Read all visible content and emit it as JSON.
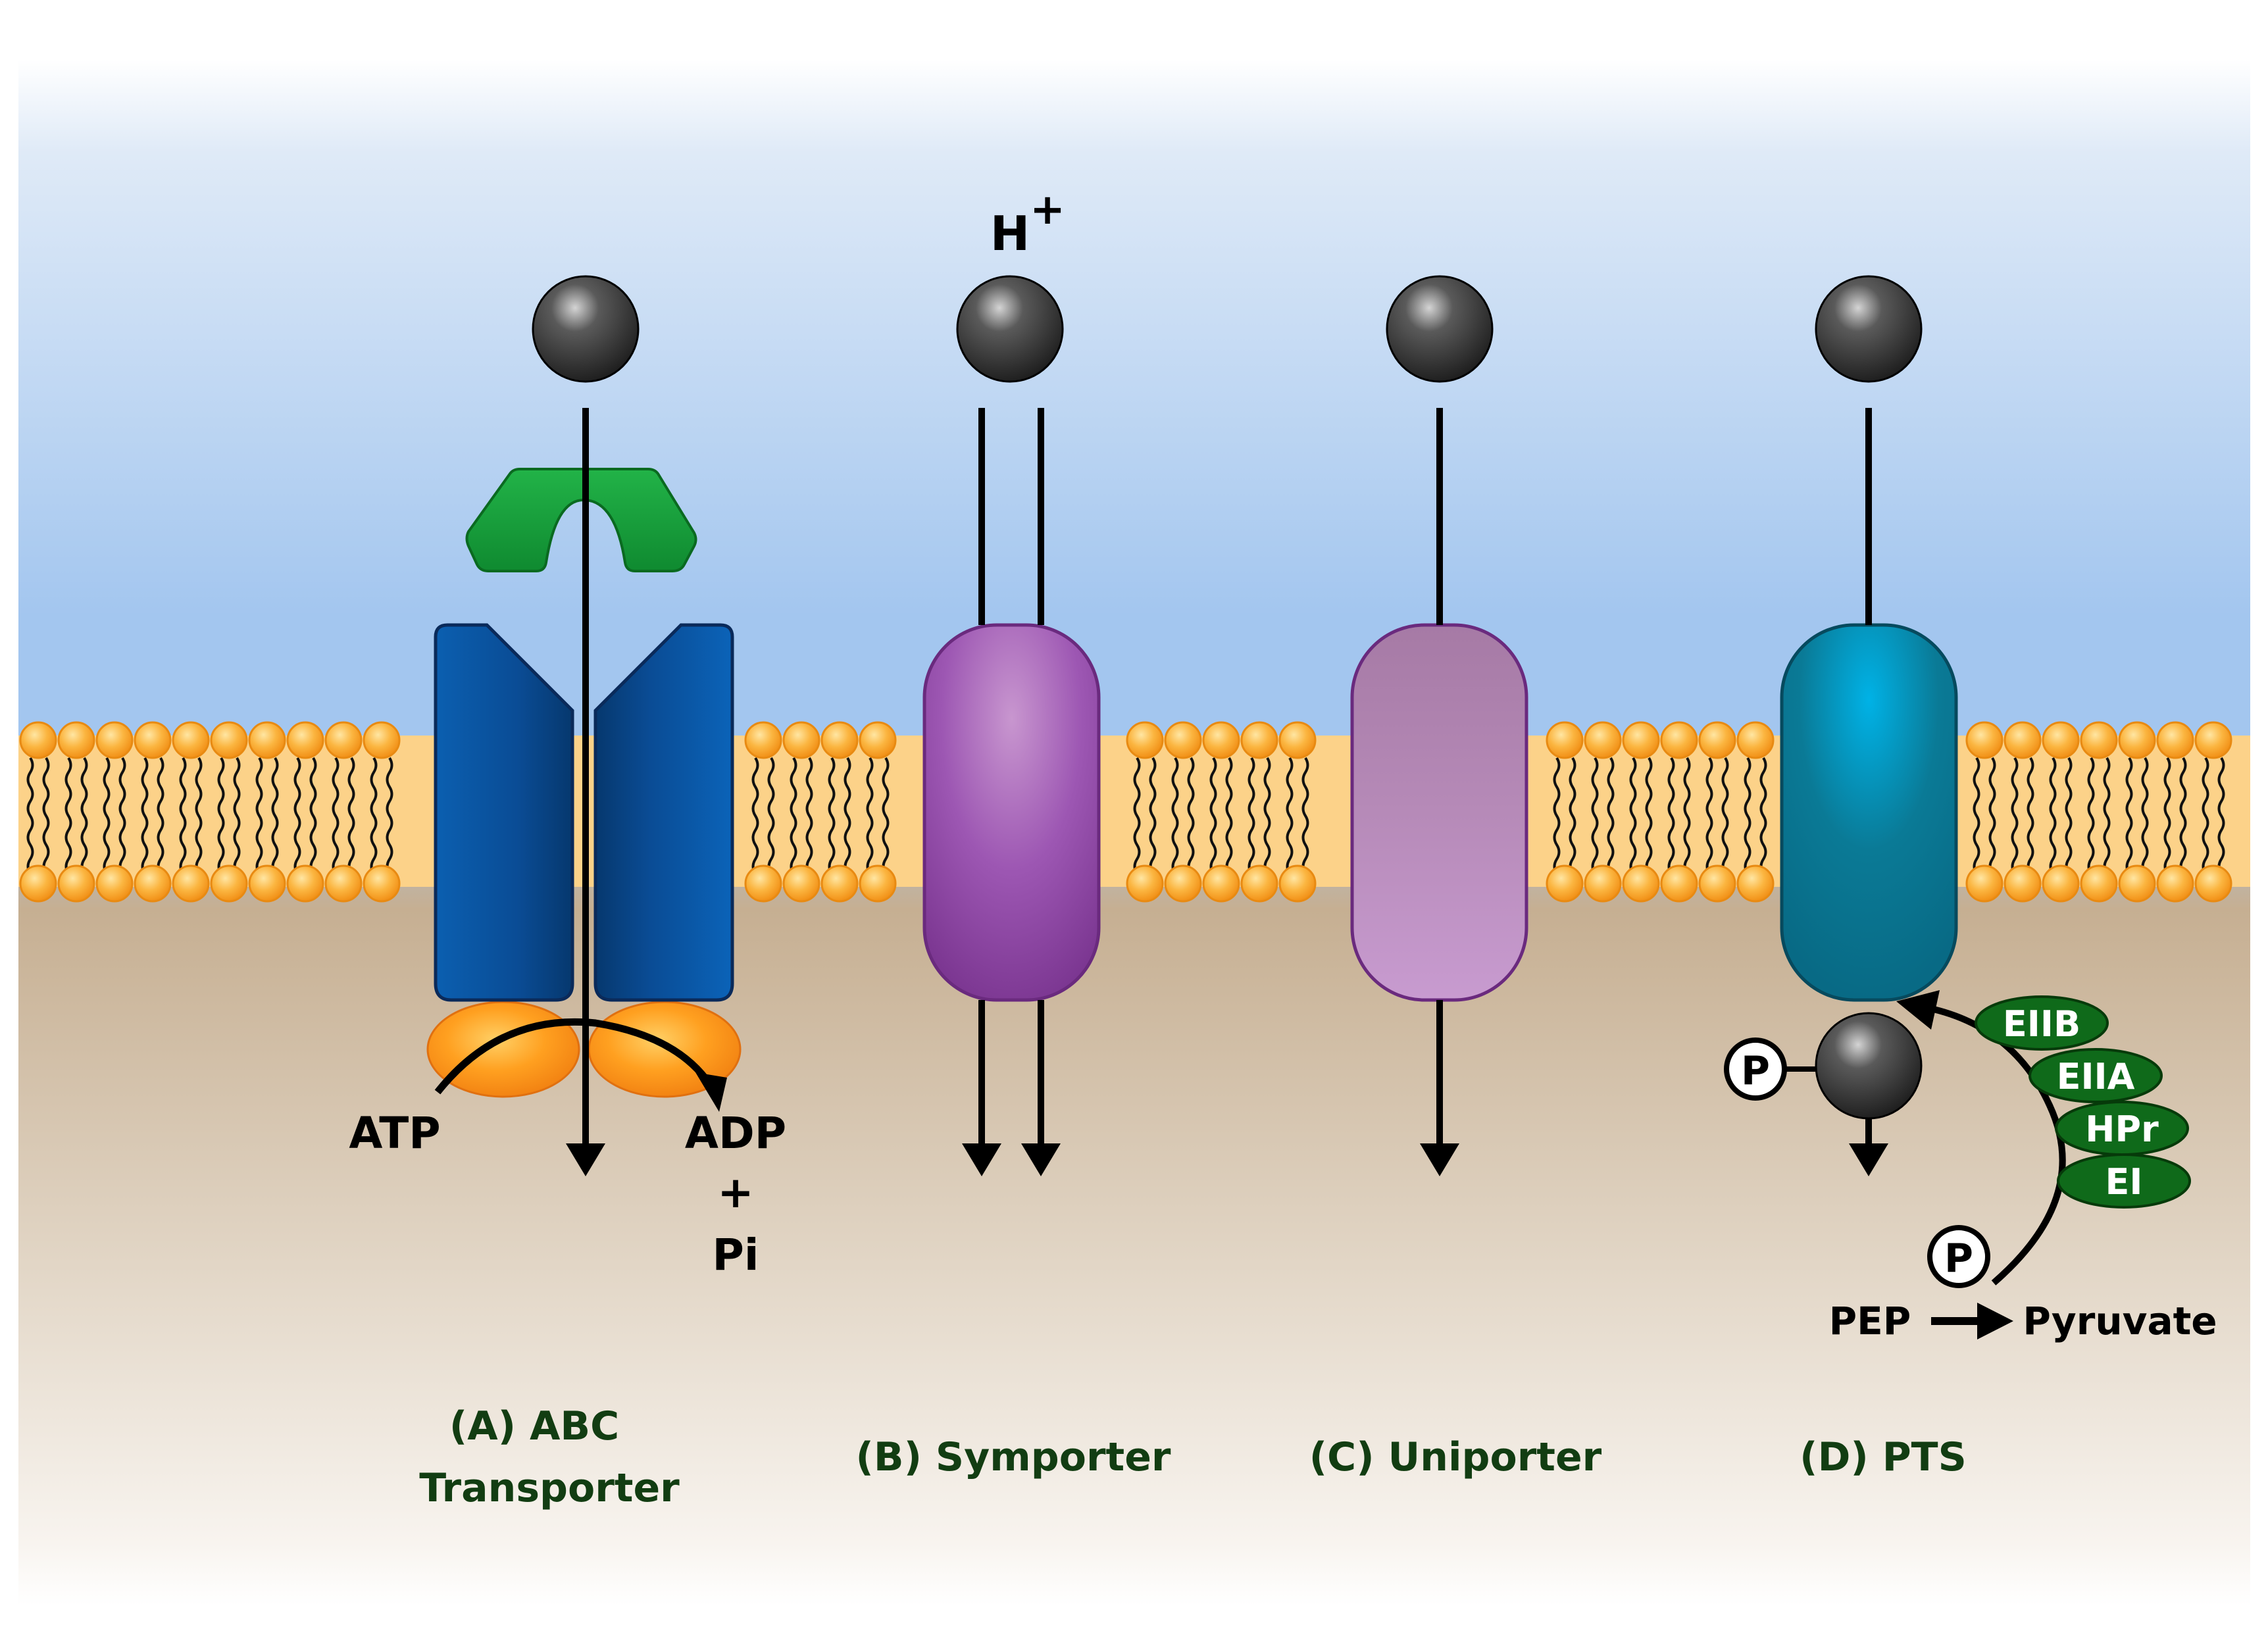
{
  "regions": {
    "extracellular_color": "#a9cbf0",
    "cytoplasm_color": "#c9b398",
    "membrane_color": "#fcd289",
    "lipid_head_color": "#f9a532"
  },
  "labels": {
    "atp": "ATP",
    "adp": "ADP",
    "plus": "+",
    "pi": "Pi",
    "h_ion": "H",
    "h_charge": "+",
    "phospho_symbol": "P",
    "pep": "PEP",
    "pyruvate": "Pyruvate"
  },
  "pts_enzymes": [
    "EIIB",
    "EIIA",
    "HPr",
    "EI"
  ],
  "panels": {
    "a_line1": "(A) ABC",
    "a_line2": "Transporter",
    "b": "(B) Symporter",
    "c": "(C) Uniporter",
    "d": "(D) PTS"
  },
  "colors": {
    "substrate": "#2b2b2b",
    "binding_protein": "#1aa33e",
    "abc_transporter": "#0a5aa8",
    "atpase": "#ff8a10",
    "symporter": "#9a52b0",
    "uniporter": "#b68ab8",
    "pts_transporter": "#0a7a96",
    "enzyme": "#0f6a1a",
    "panel_label": "#123d12"
  }
}
